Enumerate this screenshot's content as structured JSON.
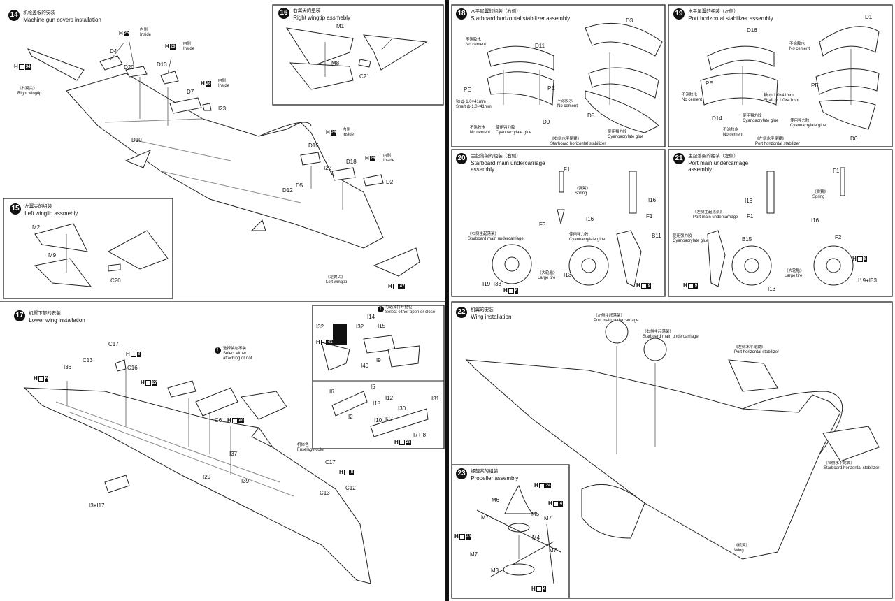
{
  "left_page": {
    "step14": {
      "num": "14",
      "cn": "机枪盖板的安装",
      "en": "Machine gun covers installation"
    },
    "step15": {
      "num": "15",
      "cn": "左翼尖的组装",
      "en": "Left winglip assmebly"
    },
    "step16": {
      "num": "16",
      "cn": "右翼尖的组装",
      "en": "Right wingtip assmebly"
    },
    "step17": {
      "num": "17",
      "cn": "机翼下部的安装",
      "en": "Lower wing  installation"
    },
    "p14": {
      "right_wingtip_cn": "《右翼尖》",
      "right_wingtip_en": "Right wingtip",
      "left_wingtip_cn": "《左翼尖》",
      "left_wingtip_en": "Left wingtip",
      "H_a": "H",
      "H_a_code": "34",
      "H_b": "H",
      "H_b_code": "25",
      "inside_cn_b": "内侧",
      "inside_en_b": "Inside",
      "H_c": "H",
      "H_c_code": "26",
      "inside_cn_c": "内侧",
      "inside_en_c": "Inside",
      "H_d": "H",
      "H_d_code": "26",
      "inside_cn_d": "内侧",
      "inside_en_d": "Inside",
      "H_e": "H",
      "H_e_code": "26",
      "inside_cn_e": "内侧",
      "inside_en_e": "Inside",
      "H_f": "H",
      "H_f_code": "26",
      "inside_cn_f": "内侧",
      "inside_en_f": "Inside",
      "H_g": "H",
      "H_g_code": "47",
      "parts": [
        "D4",
        "D20",
        "D13",
        "D7",
        "I23",
        "D10",
        "D15",
        "I22",
        "D18",
        "D2",
        "D12",
        "D5"
      ]
    },
    "p15": {
      "parts": [
        "M2",
        "M9",
        "C20"
      ]
    },
    "p16": {
      "parts": [
        "M1",
        "M8",
        "C21"
      ]
    },
    "p17": {
      "parts": [
        "C17",
        "C13",
        "C16",
        "I36",
        "C6",
        "I37",
        "I29",
        "I39",
        "C17",
        "C13",
        "C12",
        "I3+I17",
        "I32",
        "I32",
        "I14",
        "I15",
        "I40",
        "I9",
        "I6",
        "I5",
        "I18",
        "I2",
        "I12",
        "I31",
        "I30",
        "I27",
        "I10",
        "I7+I8"
      ],
      "H1": "H",
      "H1_code": "8",
      "H2": "H",
      "H2_code": "6",
      "H3": "H",
      "H3_code": "27",
      "H4": "H",
      "H4_code": "40",
      "H5": "H",
      "H5_code": "8",
      "H6": "H",
      "H6_code": "41",
      "H7": "H",
      "H7_code": "38",
      "select_cn": "选择装与不装",
      "select_en1": "Select either",
      "select_en2": "attaching or not",
      "open_cn": "可选择打开处位",
      "open_en": "Select either open or close",
      "fuselage_cn": "机体色",
      "fuselage_en": "Fuselage color"
    }
  },
  "right_page": {
    "step18": {
      "num": "18",
      "cn": "水平尾翼的组装（右侧）",
      "en": "Starboard horizontal stabilizer assembly"
    },
    "step19": {
      "num": "19",
      "cn": "水平尾翼的组装（左侧）",
      "en": "Port horizontal stabilizer assembly"
    },
    "step20": {
      "num": "20",
      "cn": "主起落架的组装（右侧）",
      "en1": "Starboard main undercarriage",
      "en2": "assembly"
    },
    "step21": {
      "num": "21",
      "cn": "主起落架的组装（左侧）",
      "en1": "Port main undercarriage",
      "en2": "assembly"
    },
    "step22": {
      "num": "22",
      "cn": "机翼的安装",
      "en": "Wing installation"
    },
    "step23": {
      "num": "23",
      "cn": "螺旋桨的组装",
      "en": "Propeller assembly"
    },
    "p18": {
      "no_cement_cn": "不涂胶水",
      "no_cement_en": "No cement",
      "shaft_cn": "轴 ф 1.0×41mm",
      "shaft_en": "Shaft ф 1.0×41mm",
      "cyano_cn": "使用强力胶",
      "cyano_en": "Cyanoacrylate glue",
      "stab_cn": "《右侧水平尾翼》",
      "stab_en": "Starboard horizontal stabilizer",
      "parts": [
        "D3",
        "D11",
        "PE",
        "PE",
        "D9",
        "D8"
      ]
    },
    "p19": {
      "no_cement_cn": "不涂胶水",
      "no_cement_en": "No cement",
      "shaft_cn": "轴 ф 1.0×41mm",
      "shaft_en": "Shaft ф 1.0×41mm",
      "cyano_cn": "使用强力胶",
      "cyano_en": "Cyanoacrylate glue",
      "stab_cn": "《左侧水平尾翼》",
      "stab_en": "Port horizontal stabilizer",
      "parts": [
        "D1",
        "D16",
        "PE",
        "PE",
        "D14",
        "D6"
      ]
    },
    "p20": {
      "spring_cn": "《弹簧》",
      "spring_en": "Spring",
      "uc_cn": "《右侧主起落架》",
      "uc_en": "Starboard main undercarriage",
      "tire_cn": "《大轮胎》",
      "tire_en": "Large tire",
      "cyano_cn": "使用强力胶",
      "cyano_en": "Cyanoacrylate glue",
      "parts": [
        "F1",
        "I16",
        "I16",
        "F1",
        "F3",
        "B11",
        "I13",
        "I19+I33"
      ],
      "H1": "H",
      "H1_code": "8",
      "H2": "H",
      "H2_code": "9"
    },
    "p21": {
      "spring_cn": "《弹簧》",
      "spring_en": "Spring",
      "uc_cn": "《左侧主起落架》",
      "uc_en": "Port main undercarriage",
      "tire_cn": "《大轮胎》",
      "tire_en": "Large tire",
      "cyano_cn": "使用强力胶",
      "cyano_en": "Cyanoacrylate glue",
      "parts": [
        "F1",
        "I16",
        "F1",
        "I16",
        "F2",
        "B15",
        "I13",
        "I19+I33"
      ],
      "H1": "H",
      "H1_code": "9",
      "H2": "H",
      "H2_code": "8"
    },
    "p22": {
      "port_uc_cn": "《左侧主起落架》",
      "port_uc_en": "Port main undercarriage",
      "stbd_uc_cn": "《右侧主起落架》",
      "stbd_uc_en": "Starboard main undercarriage",
      "port_stab_cn": "《左侧水平尾翼》",
      "port_stab_en": "Port horizontal stabilizer",
      "stbd_stab_cn": "《右侧水平尾翼》",
      "stbd_stab_en": "Starboard horizontal stabilizer",
      "wing_cn": "《机翼》",
      "wing_en": "Wing"
    },
    "p23": {
      "parts": [
        "M6",
        "M5",
        "M7",
        "M7",
        "M7",
        "M7",
        "M4",
        "M3"
      ],
      "H1": "H",
      "H1_code": "24",
      "H2": "H",
      "H2_code": "4",
      "H3": "H",
      "H3_code": "23",
      "H4": "H",
      "H4_code": "4"
    }
  }
}
